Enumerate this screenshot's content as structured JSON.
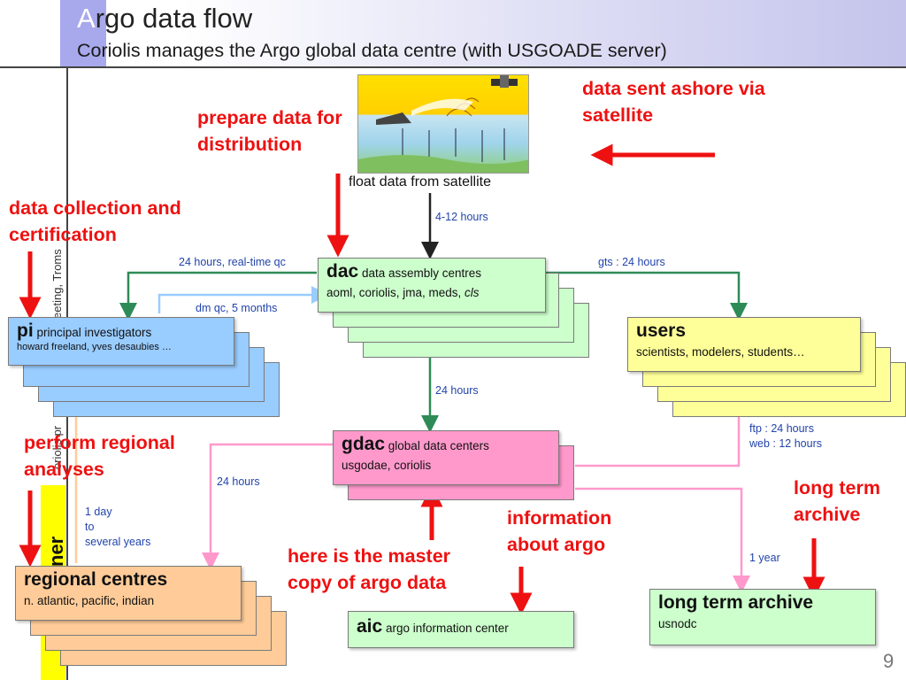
{
  "slide": {
    "title_first_letter": "A",
    "title_rest": "rgo data flow",
    "subtitle": "Coriolis manages the Argo global data centre (with USGOADE server)",
    "side_text_a": "eeting, Troms",
    "side_text_b": "oriolis pr",
    "yellow_text": "ner",
    "page_number": "9"
  },
  "image": {
    "caption": "float data from satellite"
  },
  "nodes": {
    "dac": {
      "abbr": "dac",
      "name": "data assembly centres",
      "members": "aoml, coriolis, jma, meds, ",
      "members_italic": "cls"
    },
    "pi": {
      "abbr": "pi",
      "name": "principal investigators",
      "members": "howard freeland, yves desaubies …"
    },
    "users": {
      "abbr": "users",
      "members": "scientists, modelers, students…"
    },
    "gdac": {
      "abbr": "gdac",
      "name": "global data centers",
      "members": "usgodae, coriolis"
    },
    "regional": {
      "abbr": "regional centres",
      "members": "n. atlantic, pacific, indian"
    },
    "aic": {
      "abbr": "aic",
      "name": "argo information center"
    },
    "lta": {
      "abbr": "long term archive",
      "members": "usnodc"
    }
  },
  "edge_labels": {
    "sat_to_dac": "4-12 hours",
    "dac_to_pi": "24 hours, real-time qc",
    "pi_to_dac": "dm qc, 5 months",
    "dac_to_users": "gts : 24 hours",
    "dac_to_gdac": "24 hours",
    "gdac_to_users_1": "ftp : 24 hours",
    "gdac_to_users_2": "web : 12 hours",
    "gdac_to_regional": "24 hours",
    "regional_to_pi_1": "1 day",
    "regional_to_pi_2": "to",
    "regional_to_pi_3": "several years",
    "gdac_to_lta": "1 year"
  },
  "callouts": {
    "sent_ashore_1": "data sent ashore via",
    "sent_ashore_2": "satellite",
    "prepare_1": "prepare data for",
    "prepare_2": "distribution",
    "collection_1": "data collection and",
    "collection_2": "certification",
    "regional_1": "perform regional",
    "regional_2": "analyses",
    "master_1": "here is the master",
    "master_2": "copy of argo data",
    "info_1": "information",
    "info_2": "about argo",
    "archive_1": "long term",
    "archive_2": "archive"
  },
  "colors": {
    "dac": "#ccffcc",
    "pi": "#99ccff",
    "users": "#ffff99",
    "gdac": "#ff99cc",
    "regional": "#ffcc99",
    "aic": "#ccffcc",
    "lta": "#ccffcc",
    "red_arrow": "#ee1111",
    "green_line": "#2e8b57",
    "pink_line": "#ff99cc",
    "blue_line": "#99ccff",
    "peach_line": "#ffcc99"
  }
}
